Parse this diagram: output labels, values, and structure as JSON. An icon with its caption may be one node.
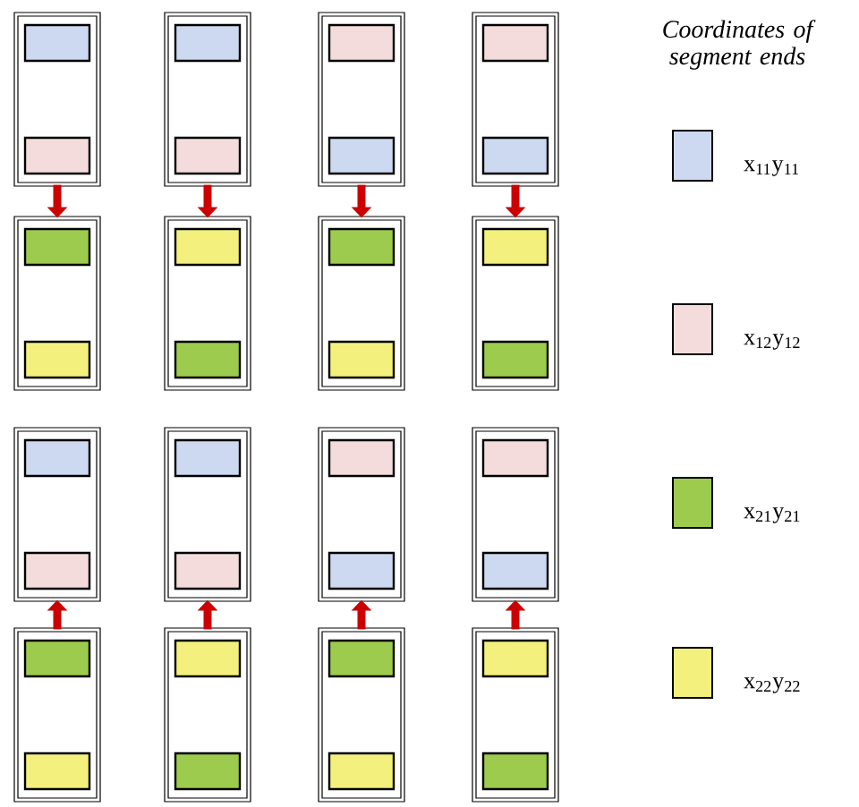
{
  "diagram": {
    "title": "Coordinates of segment ends",
    "nodes": [
      {
        "text": [],
        "shape": "box"
      },
      {
        "text": [],
        "shape": "box"
      },
      {
        "text": [],
        "shape": "box"
      },
      {
        "text": [],
        "shape": "box"
      },
      {
        "text": [],
        "shape": "box"
      },
      {
        "text": [],
        "shape": "box"
      },
      {
        "text": [],
        "shape": "box"
      },
      {
        "text": [],
        "shape": "box"
      },
      {
        "text": [],
        "shape": "box"
      },
      {
        "text": [],
        "shape": "box"
      },
      {
        "text": [],
        "shape": "box"
      },
      {
        "text": [],
        "shape": "box"
      },
      {
        "text": [],
        "shape": "box"
      },
      {
        "text": [],
        "shape": "box"
      },
      {
        "text": [],
        "shape": "box"
      },
      {
        "text": [],
        "shape": "box"
      }
    ],
    "edges": [
      {
        "from": 0,
        "to": 4,
        "arrow": "to"
      },
      {
        "from": 1,
        "to": 5,
        "arrow": "to"
      },
      {
        "from": 2,
        "to": 6,
        "arrow": "to"
      },
      {
        "from": 3,
        "to": 7,
        "arrow": "to"
      },
      {
        "from": 12,
        "to": 8,
        "arrow": "to"
      },
      {
        "from": 13,
        "to": 9,
        "arrow": "to"
      },
      {
        "from": 14,
        "to": 10,
        "arrow": "to"
      },
      {
        "from": 15,
        "to": 11,
        "arrow": "to"
      }
    ],
    "legend": [
      {
        "text": "x$_{11}$y$_{11}$",
        "color": "#cdd9f0"
      },
      {
        "text": "x$_{12}$y$_{12}$",
        "color": "#f4dcdc"
      },
      {
        "text": "x$_{21}$y$_{21}$",
        "color": "#9ccb4e"
      },
      {
        "text": "x$_{22}$y$_{22}$",
        "color": "#f4f07e"
      }
    ]
  }
}
